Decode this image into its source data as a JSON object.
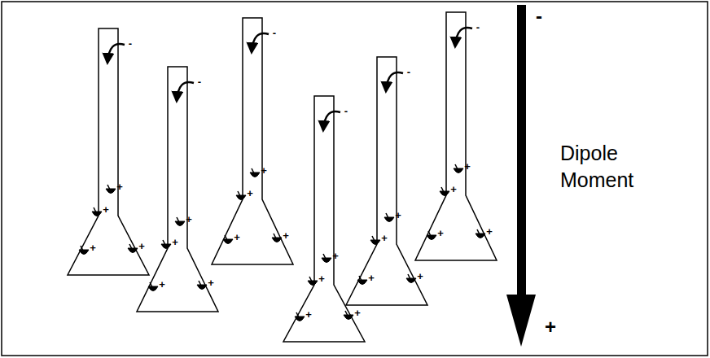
{
  "diagram": {
    "labels": [
      "-",
      "+",
      "+",
      "+",
      "+",
      "-",
      "+",
      "+",
      "+",
      "+",
      "-",
      "+",
      "+",
      "+",
      "+",
      "-",
      "+",
      "+",
      "+",
      "+",
      "-",
      "+",
      "+",
      "+",
      "+",
      "-",
      "+",
      "+",
      "+",
      "+",
      "-",
      "+",
      "Dipole Moment"
    ]
  }
}
